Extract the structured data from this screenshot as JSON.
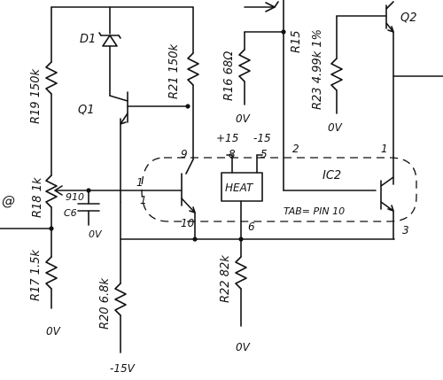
{
  "labels": {
    "d1": "D1",
    "r19": "R19 150k",
    "q1": "Q1",
    "r21": "R21 150k",
    "r16": "R16 68Ω",
    "r15": "R15",
    "r23": "R23 4.99k 1%",
    "q2": "Q2",
    "ov_r16": "0V",
    "ov_r23": "0V",
    "plus15": "+15",
    "minus15": "-15",
    "pin8": "8",
    "pin5": "5",
    "pin9": "9",
    "pin2": "2",
    "pin1": "1",
    "ic2": "IC2",
    "heat": "HEAT",
    "tab": "TAB= PIN 10",
    "at": "@",
    "r18": "R18 1k",
    "c6_val": "910",
    "c6": "C6",
    "ov_c6": "0V",
    "pin1_left": "1",
    "pin1_left2": "1",
    "pin10": "10",
    "pin6": "6",
    "pin3": "3",
    "r17": "R17 1.5k",
    "r20": "R20 6.8k",
    "r22": "R22 82k",
    "ov_r17": "0V",
    "ov_r22": "0V",
    "minus15v": "-15V"
  }
}
